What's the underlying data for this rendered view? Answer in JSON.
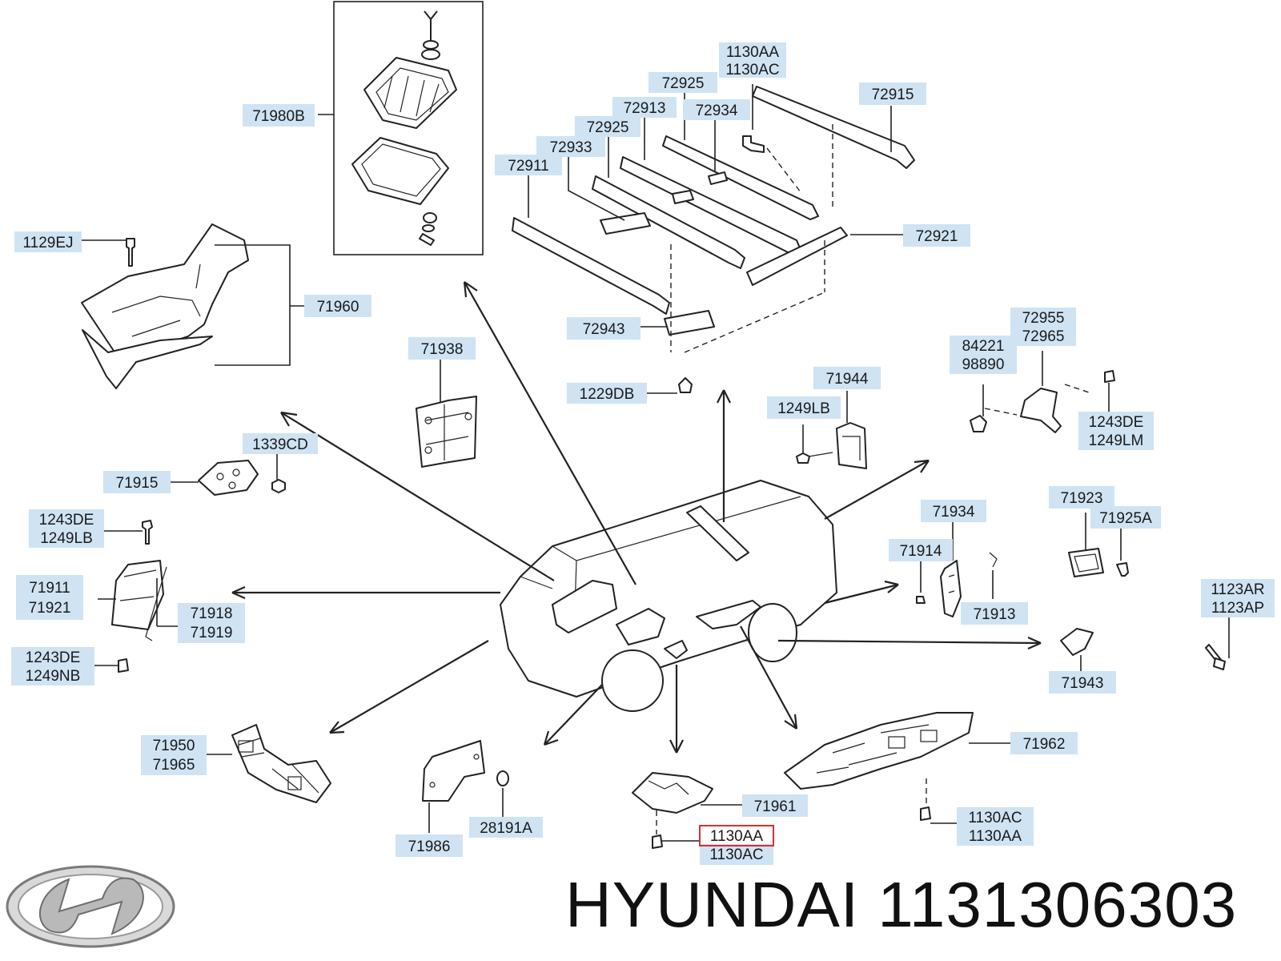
{
  "labels": {
    "l71980B": "71980B",
    "l1130AA_top": "1130AA",
    "l1130AC_top": "1130AC",
    "l72925a": "72925",
    "l72915": "72915",
    "l72913": "72913",
    "l72934": "72934",
    "l72925b": "72925",
    "l72933": "72933",
    "l72911": "72911",
    "l72921": "72921",
    "l1129EJ": "1129EJ",
    "l71960": "71960",
    "l72943": "72943",
    "l71938": "71938",
    "l1229DB": "1229DB",
    "l72955": "72955",
    "l72965": "72965",
    "l84221": "84221",
    "l98890": "98890",
    "l71944": "71944",
    "l1249LB_r": "1249LB",
    "l1243DE_r": "1243DE",
    "l1249LM": "1249LM",
    "l1339CD": "1339CD",
    "l71915": "71915",
    "l1243DE_a": "1243DE",
    "l1249LB_a": "1249LB",
    "l71923": "71923",
    "l71934": "71934",
    "l71925A": "71925A",
    "l71914": "71914",
    "l71911": "71911",
    "l71921": "71921",
    "l71918": "71918",
    "l71919": "71919",
    "l71913": "71913",
    "l1123AR": "1123AR",
    "l1123AP": "1123AP",
    "l1243DE_b": "1243DE",
    "l1249NB": "1249NB",
    "l71943": "71943",
    "l71950": "71950",
    "l71965": "71965",
    "l71962": "71962",
    "l71961": "71961",
    "l28191A": "28191A",
    "l71986": "71986",
    "l1130AC_bot_r": "1130AC",
    "l1130AA_bot_r": "1130AA",
    "l1130AA_bot": "1130AA",
    "l1130AC_bot": "1130AC"
  },
  "brand": {
    "name": "HYUNDAI",
    "part_number": "1131306303",
    "title": "HYUNDAI 1131306303"
  },
  "colors": {
    "label_tag": "#cfe3f3",
    "line": "#222222",
    "highlight": "#d9302c"
  },
  "icons": [
    "hyundai-logo-icon"
  ]
}
